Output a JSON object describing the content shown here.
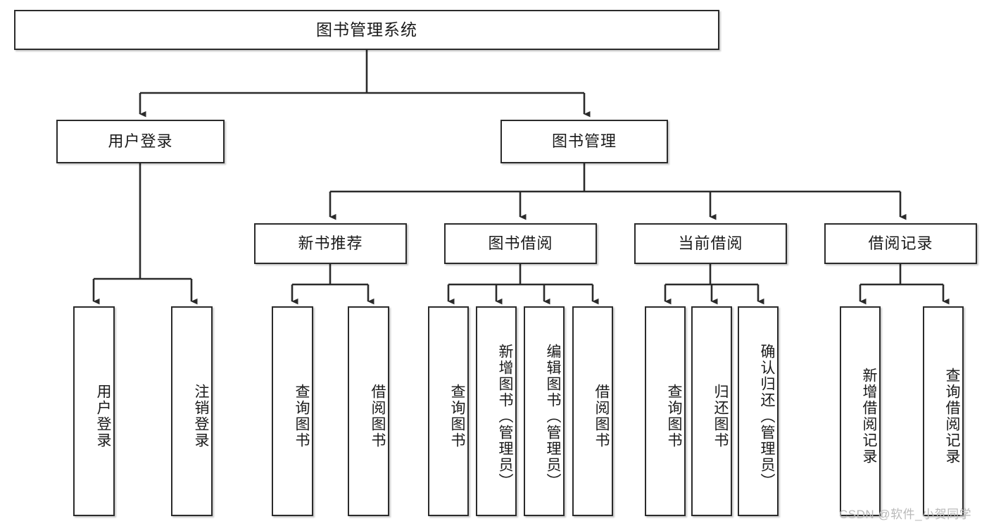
{
  "diagram": {
    "title": "图书管理系统",
    "type": "tree",
    "levels": {
      "root": {
        "label": "图书管理系统"
      },
      "level2": [
        {
          "label": "用户登录"
        },
        {
          "label": "图书管理"
        }
      ],
      "level3": [
        {
          "label": "新书推荐"
        },
        {
          "label": "图书借阅"
        },
        {
          "label": "当前借阅"
        },
        {
          "label": "借阅记录"
        }
      ],
      "leaves": [
        {
          "label": "用户登录"
        },
        {
          "label": "注销登录"
        },
        {
          "label": "查询图书"
        },
        {
          "label": "借阅图书"
        },
        {
          "label": "查询图书"
        },
        {
          "label": "新增图书（管理员）"
        },
        {
          "label": "编辑图书（管理员）"
        },
        {
          "label": "借阅图书"
        },
        {
          "label": "查询图书"
        },
        {
          "label": "归还图书"
        },
        {
          "label": "确认归还（管理员）"
        },
        {
          "label": "新增借阅记录"
        },
        {
          "label": "查询借阅记录"
        }
      ]
    }
  },
  "watermark": {
    "text": "CSDN @软件_小贺同学"
  },
  "colors": {
    "node_border": "#2b2b2b",
    "node_fill": "#ffffff",
    "wire": "#2b2b2b",
    "text": "#1a1a1a",
    "watermark": "#b9b9b9"
  }
}
